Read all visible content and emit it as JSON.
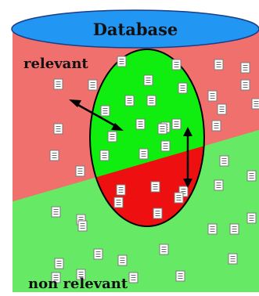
{
  "diagram": {
    "title": "Database",
    "regions": {
      "upper_label": "relevant",
      "lower_label": "non relevant"
    },
    "colors": {
      "relevant_fill": "#f0706e",
      "non_relevant_fill": "#66ea66",
      "database_cap": "#2196f3",
      "retrieved_green": "#10ee10",
      "retrieved_red": "#ee1010",
      "arrow": "#000000"
    },
    "icons": [
      "document-icon",
      "double-arrow-icon"
    ]
  }
}
